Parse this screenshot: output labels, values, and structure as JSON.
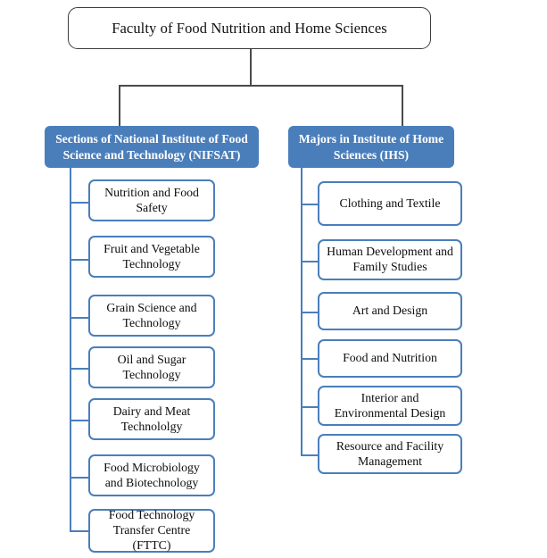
{
  "diagram": {
    "title": "Faculty of Food Nutrition and Home Sciences organizational chart",
    "root": {
      "label": "Faculty of Food Nutrition and Home Sciences"
    },
    "colors": {
      "header_fill": "#4a7ebb",
      "header_text": "#ffffff",
      "leaf_border": "#4a7ebb",
      "leaf_fill": "#ffffff",
      "leaf_text": "#0d0d0d",
      "root_border": "#3b3b3b",
      "connector_top": "#4a4a4a",
      "connector_branch": "#4a7ebb",
      "canvas": "#ffffff"
    },
    "branches": [
      {
        "id": "nifsat",
        "header": "Sections of National Institute of Food Science and Technology (NIFSAT)",
        "children": [
          {
            "label": "Nutrition and Food Safety"
          },
          {
            "label": "Fruit and Vegetable Technology"
          },
          {
            "label": "Grain Science and Technology"
          },
          {
            "label": "Oil and Sugar Technology"
          },
          {
            "label": "Dairy and Meat Technololgy"
          },
          {
            "label": "Food Microbiology and Biotechnology"
          },
          {
            "label": "Food Technology Transfer Centre (FTTC)"
          }
        ]
      },
      {
        "id": "ihs",
        "header": "Majors in Institute of Home Sciences (IHS)",
        "children": [
          {
            "label": "Clothing and Textile"
          },
          {
            "label": "Human Development and Family Studies"
          },
          {
            "label": "Art and Design"
          },
          {
            "label": "Food and Nutrition"
          },
          {
            "label": "Interior and Environmental Design"
          },
          {
            "label": "Resource and Facility Management"
          }
        ]
      }
    ]
  }
}
